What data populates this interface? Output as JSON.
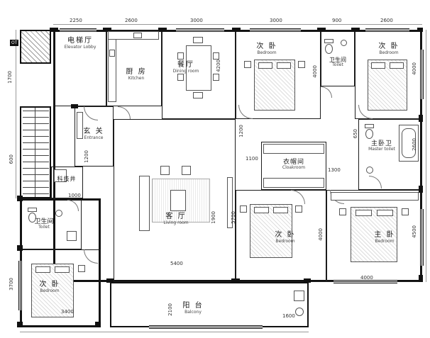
{
  "rooms": {
    "lobby": {
      "cn": "电梯厅",
      "en": "Elevator Lobby"
    },
    "kitchen": {
      "cn": "厨 房",
      "en": "Kitchen"
    },
    "dining": {
      "cn": "餐厅",
      "en": "Dining room"
    },
    "bedroom_tm": {
      "cn": "次 卧",
      "en": "Bedroom"
    },
    "toilet_top": {
      "cn": "卫生间",
      "en": "Toilet"
    },
    "bedroom_tr": {
      "cn": "次 卧",
      "en": "Bedroom"
    },
    "entrance": {
      "cn": "玄 关",
      "en": "Entrance"
    },
    "shaft": {
      "cn": "科技井",
      "en": ""
    },
    "toilet_left": {
      "cn": "卫生间",
      "en": "Toilet"
    },
    "bedroom_bl": {
      "cn": "次 卧",
      "en": "Bedroom"
    },
    "living": {
      "cn": "客 厅",
      "en": "Living room"
    },
    "cloakroom": {
      "cn": "衣帽间",
      "en": "Cloakroom"
    },
    "master_toilet": {
      "cn": "主卧卫",
      "en": "Master toilet"
    },
    "bedroom_bm": {
      "cn": "次 卧",
      "en": "Bedroom"
    },
    "master": {
      "cn": "主 卧",
      "en": "Bedroom"
    },
    "balcony": {
      "cn": "阳 台",
      "en": "Balcony"
    }
  },
  "core": {
    "elevator_label": "OT"
  },
  "dims": {
    "top_lobby": "2250",
    "top_kitchen": "2600",
    "top_dining": "3000",
    "top_bedroom_mid": "3000",
    "top_toilet": "900",
    "top_bedroom_right": "2600",
    "left_upper": "1700",
    "left_entrance": "600",
    "left_corridor": "1200",
    "left_toilet_width": "1000",
    "left_bedroom": "3700",
    "right_bedroom_top": "4000",
    "right_master_toilet": "2600",
    "right_toilet_inner": "650",
    "right_master_bedroom": "4500",
    "bottom_bedroom_left": "3400",
    "bottom_balcony": "2100",
    "bottom_balcony_right": "1600",
    "bottom_master": "4000",
    "dining_depth": "4200",
    "hall_width": "1200",
    "hall_length": "1100",
    "cloakroom_width": "1300",
    "living_length": "5700",
    "living_width": "5400",
    "living_inner": "1900",
    "bedroom_mid_depth": "4000",
    "bedroom_top_depth": "4000"
  },
  "colors": {
    "wall": "#111111",
    "dim_text": "#333333",
    "label_en": "#444444"
  }
}
